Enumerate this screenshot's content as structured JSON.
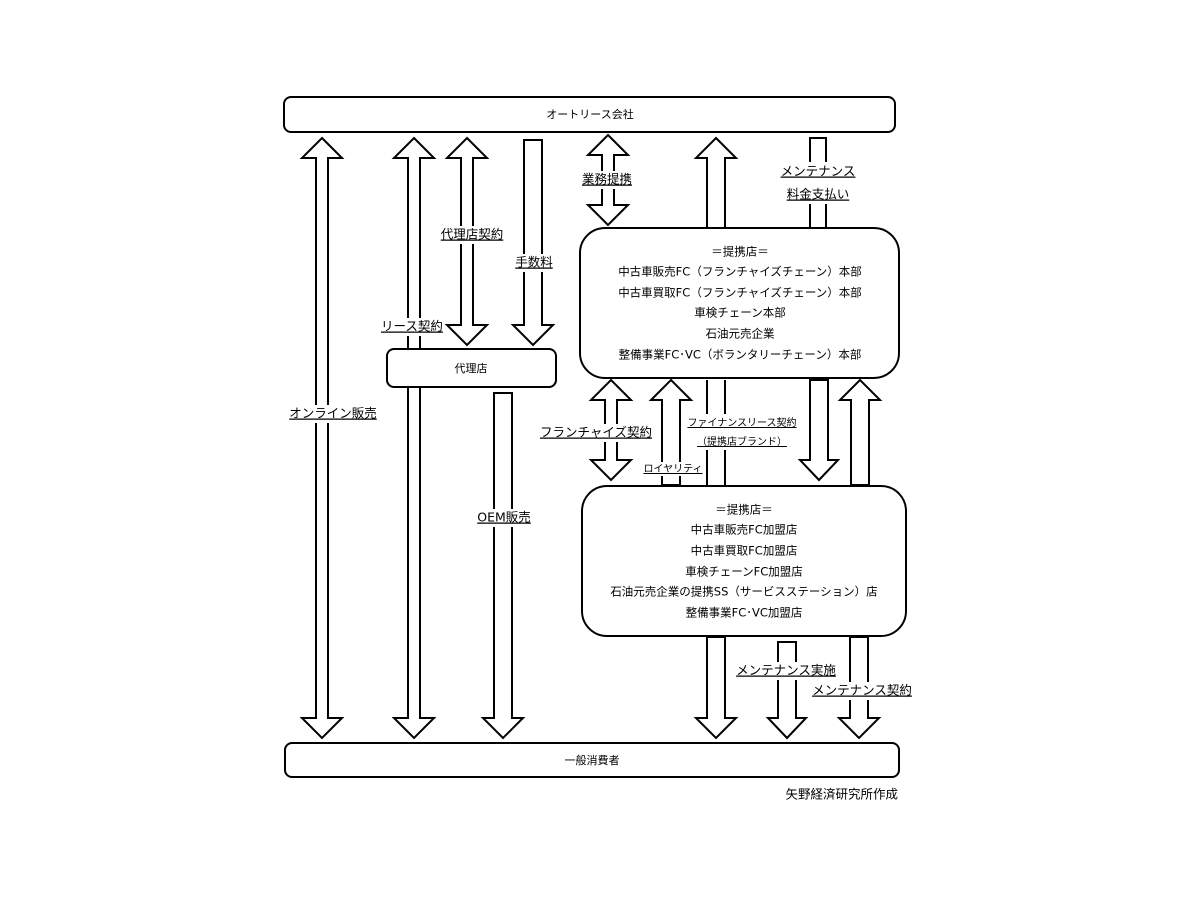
{
  "nodes": {
    "lease_company": "オートリース会社",
    "agency": "代理店",
    "consumer": "一般消費者"
  },
  "partner_hq": {
    "lines": [
      "＝提携店＝",
      "中古車販売FC（フランチャイズチェーン）本部",
      "中古車買取FC（フランチャイズチェーン）本部",
      "車検チェーン本部",
      "石油元売企業",
      "整備事業FC･VC（ボランタリーチェーン）本部"
    ]
  },
  "partner_stores": {
    "lines": [
      "＝提携店＝",
      "中古車販売FC加盟店",
      "中古車買取FC加盟店",
      "車検チェーンFC加盟店",
      "石油元売企業の提携SS（サービスステーション）店",
      "整備事業FC･VC加盟店"
    ]
  },
  "labels": {
    "online_sales": "オンライン販売",
    "lease_contract": "リース契約",
    "agency_contract": "代理店契約",
    "commission": "手数料",
    "oem_sales": "OEM販売",
    "business_alliance": "業務提携",
    "maintenance_payment_1": "メンテナンス",
    "maintenance_payment_2": "料金支払い",
    "franchise_contract": "フランチャイズ契約",
    "royalty": "ロイヤリティ",
    "finance_lease_1": "ファイナンスリース契約",
    "finance_lease_2": "（提携店ブランド）",
    "maintenance_service": "メンテナンス実施",
    "maintenance_contract": "メンテナンス契約"
  },
  "credit": "矢野経済研究所作成"
}
